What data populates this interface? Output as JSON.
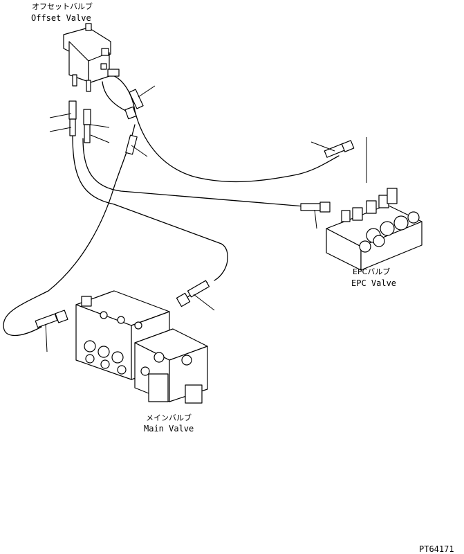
{
  "labels": {
    "offset_valve_jp": "オフセットバルブ",
    "offset_valve_en": "Offset Valve",
    "epc_valve_jp": "EPCバルブ",
    "epc_valve_en": "EPC Valve",
    "main_valve_jp": "メインバルブ",
    "main_valve_en": "Main Valve"
  },
  "drawing_code": "PT64171"
}
